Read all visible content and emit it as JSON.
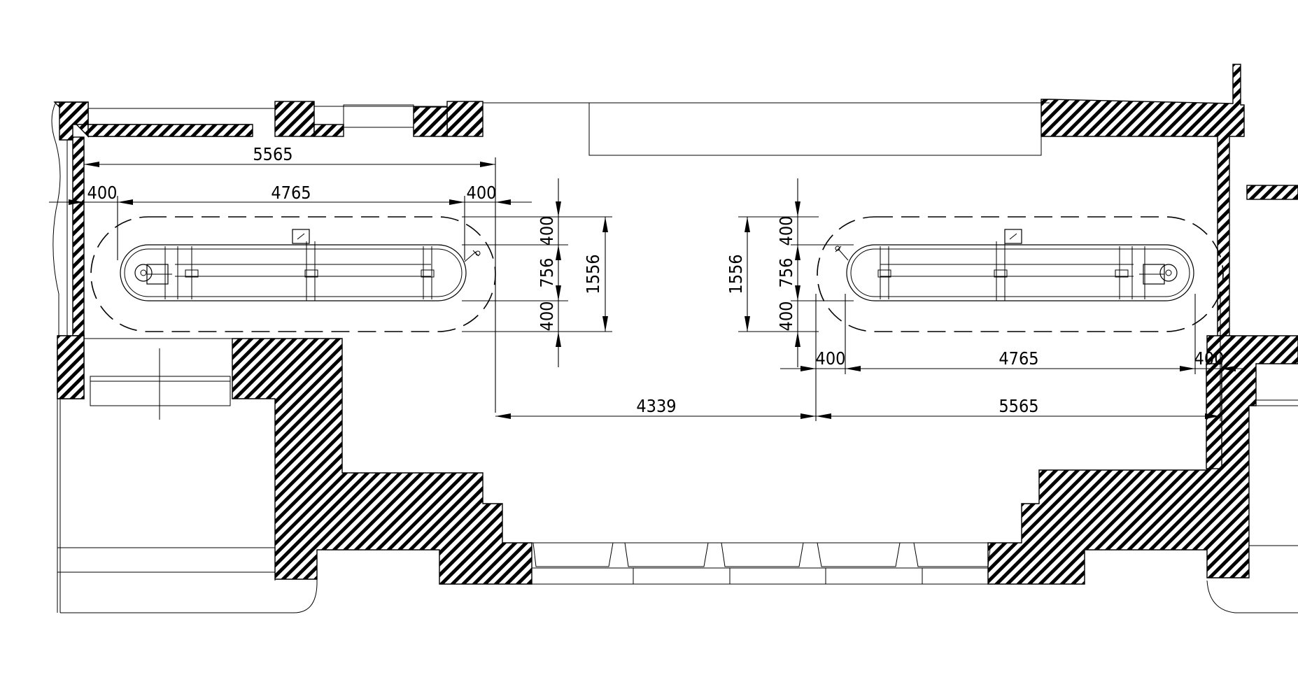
{
  "dimensions": {
    "left_overall": "5565",
    "left_offset_left": "400",
    "left_track_length": "4765",
    "left_offset_right": "400",
    "left_v_top": "400",
    "left_v_track": "756",
    "left_v_bottom": "400",
    "left_v_total": "1556",
    "right_v_total": "1556",
    "right_v_top": "400",
    "right_v_track": "756",
    "right_v_bottom": "400",
    "right_offset_left": "400",
    "right_track_length": "4765",
    "right_offset_right": "400",
    "gap_between": "4339",
    "right_overall": "5565"
  },
  "colors": {
    "line": "#000000",
    "background": "#ffffff"
  }
}
